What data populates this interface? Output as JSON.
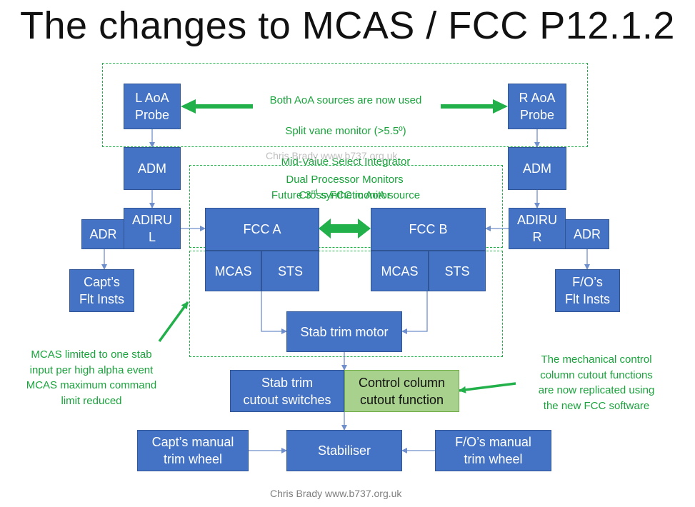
{
  "title": "The changes to MCAS / FCC P12.1.2",
  "watermark": "Chris Brady www.b737.org.uk",
  "footer": "Chris Brady www.b737.org.uk",
  "notes": {
    "aoa": "Both AoA sources are now used\nSplit vane monitor (>5.5º)\nMid-Value Select Integrator\nFuture 3rd synthetic AoA source",
    "aoa_lines": {
      "line1": "Both AoA sources are now used",
      "line2": "Split vane monitor (>5.5º)",
      "line3": "Mid-Value Select Integrator",
      "line4_pre": "Future 3",
      "line4_sup": "rd",
      "line4_post": " synthetic AoA source"
    },
    "fcc": "Dual Processor Monitors\nCross FCC monitor",
    "mcas": "MCAS limited to one stab\ninput per high alpha event\nMCAS maximum command\nlimit reduced",
    "mechanical": "The mechanical control\ncolumn cutout functions\nare now replicated using\nthe new FCC software"
  },
  "boxes": {
    "l_aoa": "L AoA\nProbe",
    "r_aoa": "R AoA\nProbe",
    "adm_l": "ADM",
    "adm_r": "ADM",
    "adr_l": "ADR",
    "adiru_l": "ADIRU\nL",
    "adiru_r": "ADIRU\nR",
    "adr_r": "ADR",
    "capt_flt": "Capt’s\nFlt Insts",
    "fo_flt": "F/O’s\nFlt Insts",
    "fcc_a": "FCC A",
    "fcc_b": "FCC B",
    "mcas_a": "MCAS",
    "sts_a": "STS",
    "mcas_b": "MCAS",
    "sts_b": "STS",
    "stab_motor": "Stab trim motor",
    "cutout_switches": "Stab trim\ncutout switches",
    "control_column": "Control column\ncutout function",
    "capt_manual": "Capt’s manual\ntrim wheel",
    "stabiliser": "Stabiliser",
    "fo_manual": "F/O’s manual\ntrim wheel"
  },
  "colors": {
    "box_blue": "#4472c4",
    "box_green": "#a9d18e",
    "note_green": "#1aa33c",
    "connector": "#6f8fcc"
  }
}
